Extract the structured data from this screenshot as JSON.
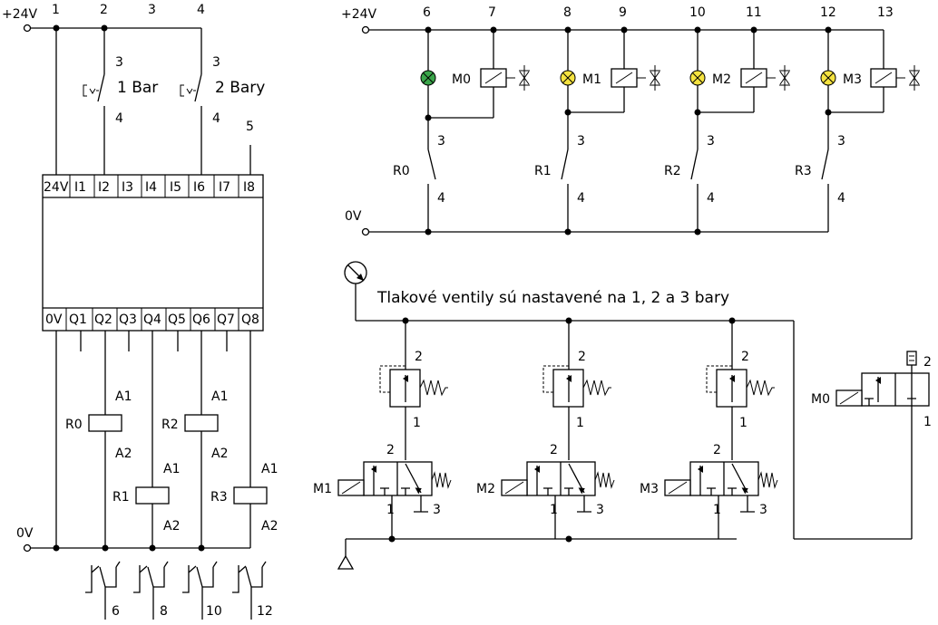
{
  "supply": {
    "plus": "+24V",
    "zero": "0V"
  },
  "plc_wire_numbers": [
    "1",
    "2",
    "3",
    "4",
    "5"
  ],
  "pressure_switches": [
    {
      "label": "1 Bar",
      "pin_top": "3",
      "pin_bottom": "4"
    },
    {
      "label": "2 Bary",
      "pin_top": "3",
      "pin_bottom": "4"
    }
  ],
  "plc": {
    "inputs": [
      "24V",
      "I1",
      "I2",
      "I3",
      "I4",
      "I5",
      "I6",
      "I7",
      "I8"
    ],
    "outputs": [
      "0V",
      "Q1",
      "Q2",
      "Q3",
      "Q4",
      "Q5",
      "Q6",
      "Q7",
      "Q8"
    ]
  },
  "relays": [
    {
      "name": "R0",
      "a1": "A1",
      "a2": "A2"
    },
    {
      "name": "R1",
      "a1": "A1",
      "a2": "A2"
    },
    {
      "name": "R2",
      "a1": "A1",
      "a2": "A2"
    },
    {
      "name": "R3",
      "a1": "A1",
      "a2": "A2"
    }
  ],
  "relay_contact_refs": [
    "6",
    "8",
    "10",
    "12"
  ],
  "output_circuit": {
    "plus": "+24V",
    "zero": "0V",
    "wire_numbers": [
      "6",
      "7",
      "8",
      "9",
      "10",
      "11",
      "12",
      "13"
    ],
    "solenoids": [
      "M0",
      "M1",
      "M2",
      "M3"
    ],
    "contacts": [
      {
        "name": "R0",
        "pin_top": "3",
        "pin_bottom": "4"
      },
      {
        "name": "R1",
        "pin_top": "3",
        "pin_bottom": "4"
      },
      {
        "name": "R2",
        "pin_top": "3",
        "pin_bottom": "4"
      },
      {
        "name": "R3",
        "pin_top": "3",
        "pin_bottom": "4"
      }
    ]
  },
  "pneumatic": {
    "note": "Tlakové ventily sú nastavené na 1, 2 a 3 bary",
    "relief_valves": [
      {
        "port_top": "2",
        "port_bottom": "1"
      },
      {
        "port_top": "2",
        "port_bottom": "1"
      },
      {
        "port_top": "2",
        "port_bottom": "1"
      }
    ],
    "directional_valves": [
      {
        "name": "M1",
        "port_2": "2",
        "port_1": "1",
        "port_3": "3"
      },
      {
        "name": "M2",
        "port_2": "2",
        "port_1": "1",
        "port_3": "3"
      },
      {
        "name": "M3",
        "port_2": "2",
        "port_1": "1",
        "port_3": "3"
      }
    ],
    "main_valve": {
      "name": "M0",
      "port_2": "2",
      "port_1": "1"
    }
  }
}
